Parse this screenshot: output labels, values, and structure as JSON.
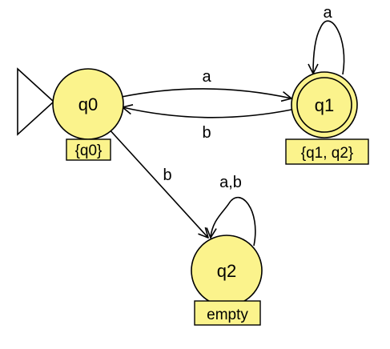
{
  "automaton": {
    "colors": {
      "state_fill": "#fbf38c",
      "note_fill": "#fbf38c",
      "stroke": "#000000",
      "background": "#ffffff"
    },
    "states": [
      {
        "id": "q0",
        "label": "q0",
        "note": "{q0}",
        "initial": true,
        "accepting": false
      },
      {
        "id": "q1",
        "label": "q1",
        "note": "{q1, q2}",
        "initial": false,
        "accepting": true
      },
      {
        "id": "q2",
        "label": "q2",
        "note": "empty",
        "initial": false,
        "accepting": false
      }
    ],
    "transitions": [
      {
        "from": "q0",
        "to": "q1",
        "label": "a"
      },
      {
        "from": "q1",
        "to": "q0",
        "label": "b"
      },
      {
        "from": "q1",
        "to": "q1",
        "label": "a"
      },
      {
        "from": "q0",
        "to": "q2",
        "label": "b"
      },
      {
        "from": "q2",
        "to": "q2",
        "label": "a,b"
      }
    ]
  }
}
